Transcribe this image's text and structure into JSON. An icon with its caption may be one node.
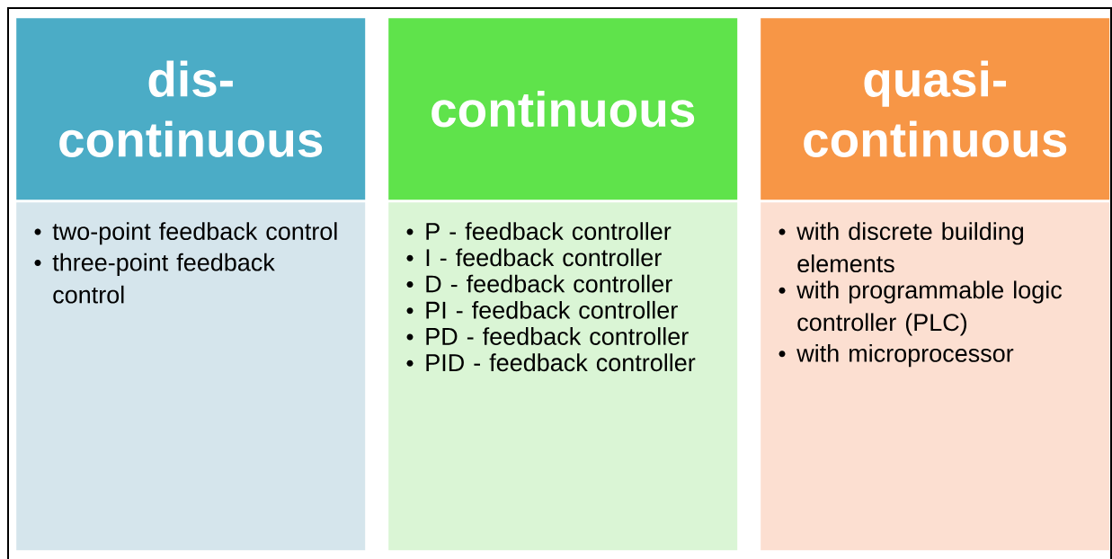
{
  "diagram": {
    "nodes": [
      {
        "text": [
          "dis- continuous"
        ]
      },
      {
        "text": [
          "two-point feedback control",
          "three-point feedback control"
        ]
      },
      {
        "text": [
          "continuous"
        ]
      },
      {
        "text": [
          "P - feedback controller",
          "I - feedback controller",
          "D - feedback controller",
          "PI - feedback controller",
          "PD - feedback controller",
          "PID - feedback controller"
        ]
      },
      {
        "text": [
          "quasi- continuous"
        ]
      },
      {
        "text": [
          "with discrete building elements",
          "with programmable logic controller (PLC)",
          "with microprocessor"
        ]
      }
    ]
  }
}
